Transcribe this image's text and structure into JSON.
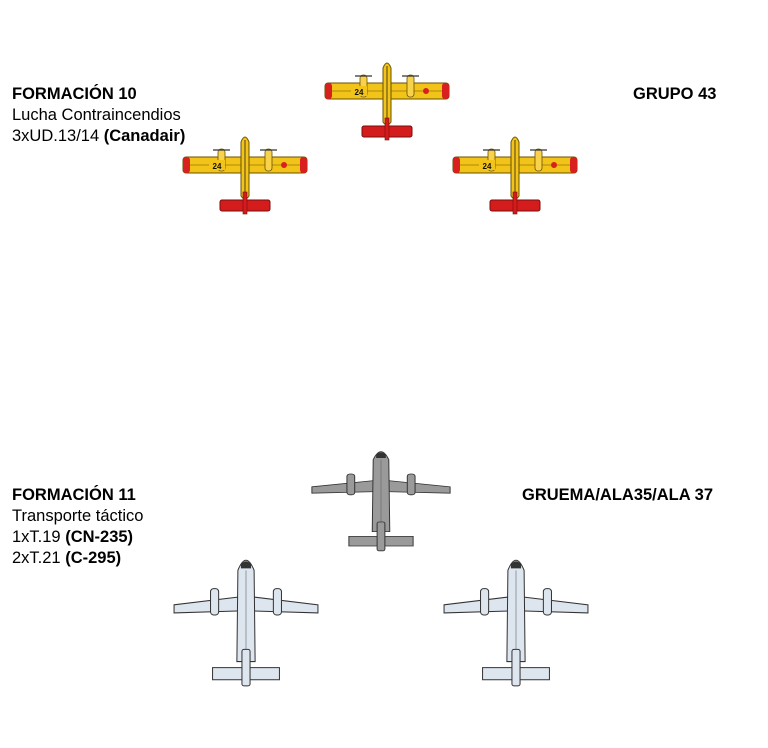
{
  "formation10": {
    "title": "FORMACIÓN 10",
    "line1": "Lucha Contraincendios",
    "line2_prefix": "3xUD.13/14 ",
    "line2_bold": "(Canadair)",
    "group": "GRUPO 43",
    "aircraft_number": "24",
    "colors": {
      "body": "#f2c318",
      "wing_tips": "#d8201e",
      "tail": "#d41c1c"
    }
  },
  "formation11": {
    "title": "FORMACIÓN 11",
    "line1": "Transporte táctico",
    "line2_prefix": "1xT.19 ",
    "line2_bold": "(CN-235)",
    "line3_prefix": "2xT.21 ",
    "line3_bold": "(C-295)",
    "group": "GRUEMA/ALA35/ALA 37",
    "colors": {
      "cn235": "#9a9a9a",
      "c295": "#dde6ef"
    }
  }
}
